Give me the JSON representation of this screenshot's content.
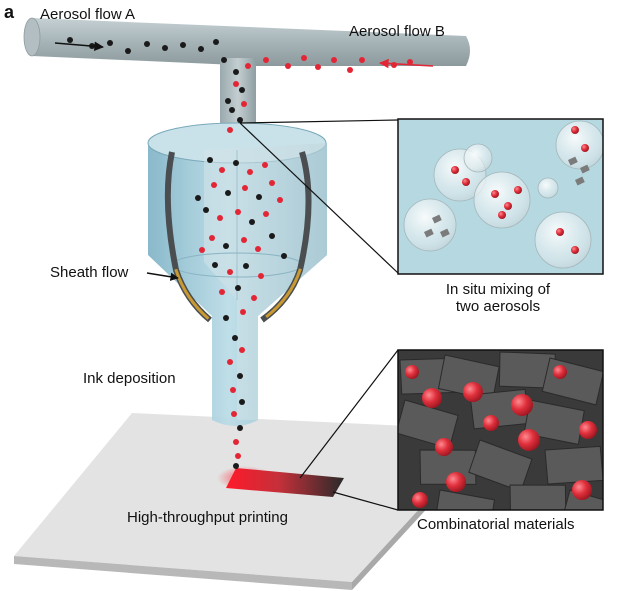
{
  "panel_label": "a",
  "labels": {
    "aerosol_a": "Aerosol flow A",
    "aerosol_b": "Aerosol flow B",
    "sheath_flow": "Sheath flow",
    "ink_deposition": "Ink deposition",
    "high_throughput": "High-throughput printing",
    "insitu_line1": "In situ mixing of",
    "insitu_line2": "two aerosols",
    "combinatorial": "Combinatorial materials"
  },
  "colors": {
    "particle_a": "#1a1a1a",
    "particle_b": "#e32636",
    "tube": "#9aa9ad",
    "nozzle_fill": "#a9cfdc",
    "sheath": "#c99a34",
    "substrate": "#d9d9d9",
    "arrow_b": "#e32636",
    "inset_bg1": "#b9dbe3",
    "inset_bg2": "#3b3b3b"
  }
}
